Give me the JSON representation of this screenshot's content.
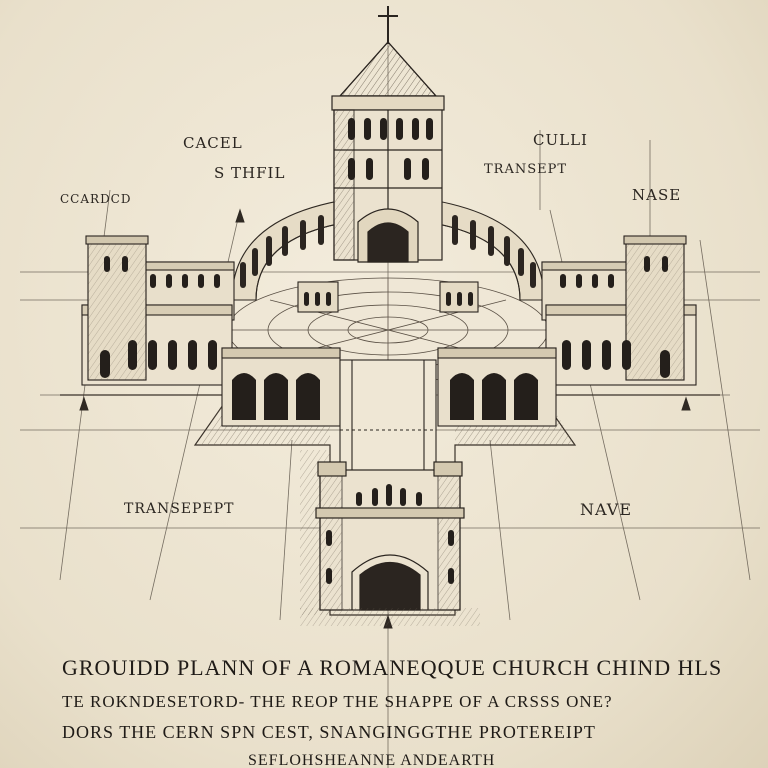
{
  "labels": {
    "cacel": "CACEL",
    "s_thfil": "S THFIL",
    "ccardcd": "CCARDCD",
    "culli": "CULLI",
    "transept_top": "TRANSEPT",
    "nase": "NASE",
    "transepept": "TRANSEPEPT",
    "nave": "NAVE"
  },
  "caption": {
    "line1": "GROUIDD PLANN OF A ROMANEQQUE CHURCH CHIND HLS",
    "line2": "TE ROKNDESETORD- THE REOP THE SHAPPE OF A CRSSS ONE?",
    "line3": "DORS THE CERN SPN CEST, SNANGINGGTHE PROTEREIPT",
    "line4": "SEFLOHSHEANNE ANDEARTH"
  },
  "colors": {
    "paper": "#ece4d2",
    "ink": "#2a2520"
  }
}
